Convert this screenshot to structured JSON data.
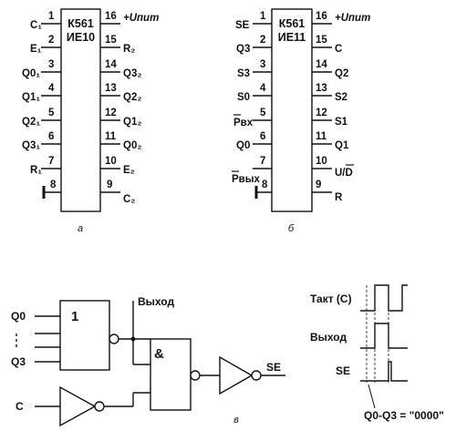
{
  "chip_a": {
    "title_line1": "К561",
    "title_line2": "ИЕ10",
    "caption": "а",
    "left_pins": [
      {
        "num": "1",
        "label": "C₁"
      },
      {
        "num": "2",
        "label": "E₁"
      },
      {
        "num": "3",
        "label": "Q0₁"
      },
      {
        "num": "4",
        "label": "Q1₁"
      },
      {
        "num": "5",
        "label": "Q2₁"
      },
      {
        "num": "6",
        "label": "Q3₁"
      },
      {
        "num": "7",
        "label": "R₁"
      },
      {
        "num": "8",
        "label": ""
      }
    ],
    "right_pins": [
      {
        "num": "16",
        "label": "+Uпит"
      },
      {
        "num": "15",
        "label": "R₂"
      },
      {
        "num": "14",
        "label": "Q3₂"
      },
      {
        "num": "13",
        "label": "Q2₂"
      },
      {
        "num": "12",
        "label": "Q1₂"
      },
      {
        "num": "11",
        "label": "Q0₂"
      },
      {
        "num": "10",
        "label": "E₂"
      },
      {
        "num": "9",
        "label": "C₂"
      }
    ]
  },
  "chip_b": {
    "title_line1": "К561",
    "title_line2": "ИЕ11",
    "caption": "б",
    "left_pins": [
      {
        "num": "1",
        "label": "SE"
      },
      {
        "num": "2",
        "label": "Q3"
      },
      {
        "num": "3",
        "label": "S3"
      },
      {
        "num": "4",
        "label": "S0"
      },
      {
        "num": "5",
        "label": "Pвх"
      },
      {
        "num": "6",
        "label": "Q0"
      },
      {
        "num": "7",
        "label": "Pвых"
      },
      {
        "num": "8",
        "label": ""
      }
    ],
    "right_pins": [
      {
        "num": "16",
        "label": "+Uпит"
      },
      {
        "num": "15",
        "label": "C"
      },
      {
        "num": "14",
        "label": "Q2"
      },
      {
        "num": "13",
        "label": "S2"
      },
      {
        "num": "12",
        "label": "S1"
      },
      {
        "num": "11",
        "label": "Q1"
      },
      {
        "num": "10",
        "label": "U/D"
      },
      {
        "num": "9",
        "label": "R"
      }
    ]
  },
  "logic": {
    "caption": "в",
    "or_gate_symbol": "1",
    "and_gate_symbol": "&",
    "input_q0": "Q0",
    "input_q3": "Q3",
    "input_c": "C",
    "output_label": "Выход",
    "se_label": "SE"
  },
  "timing": {
    "clock_label": "Такт (C)",
    "output_label": "Выход",
    "se_label": "SE",
    "condition": "Q0-Q3 = \"0000\""
  }
}
